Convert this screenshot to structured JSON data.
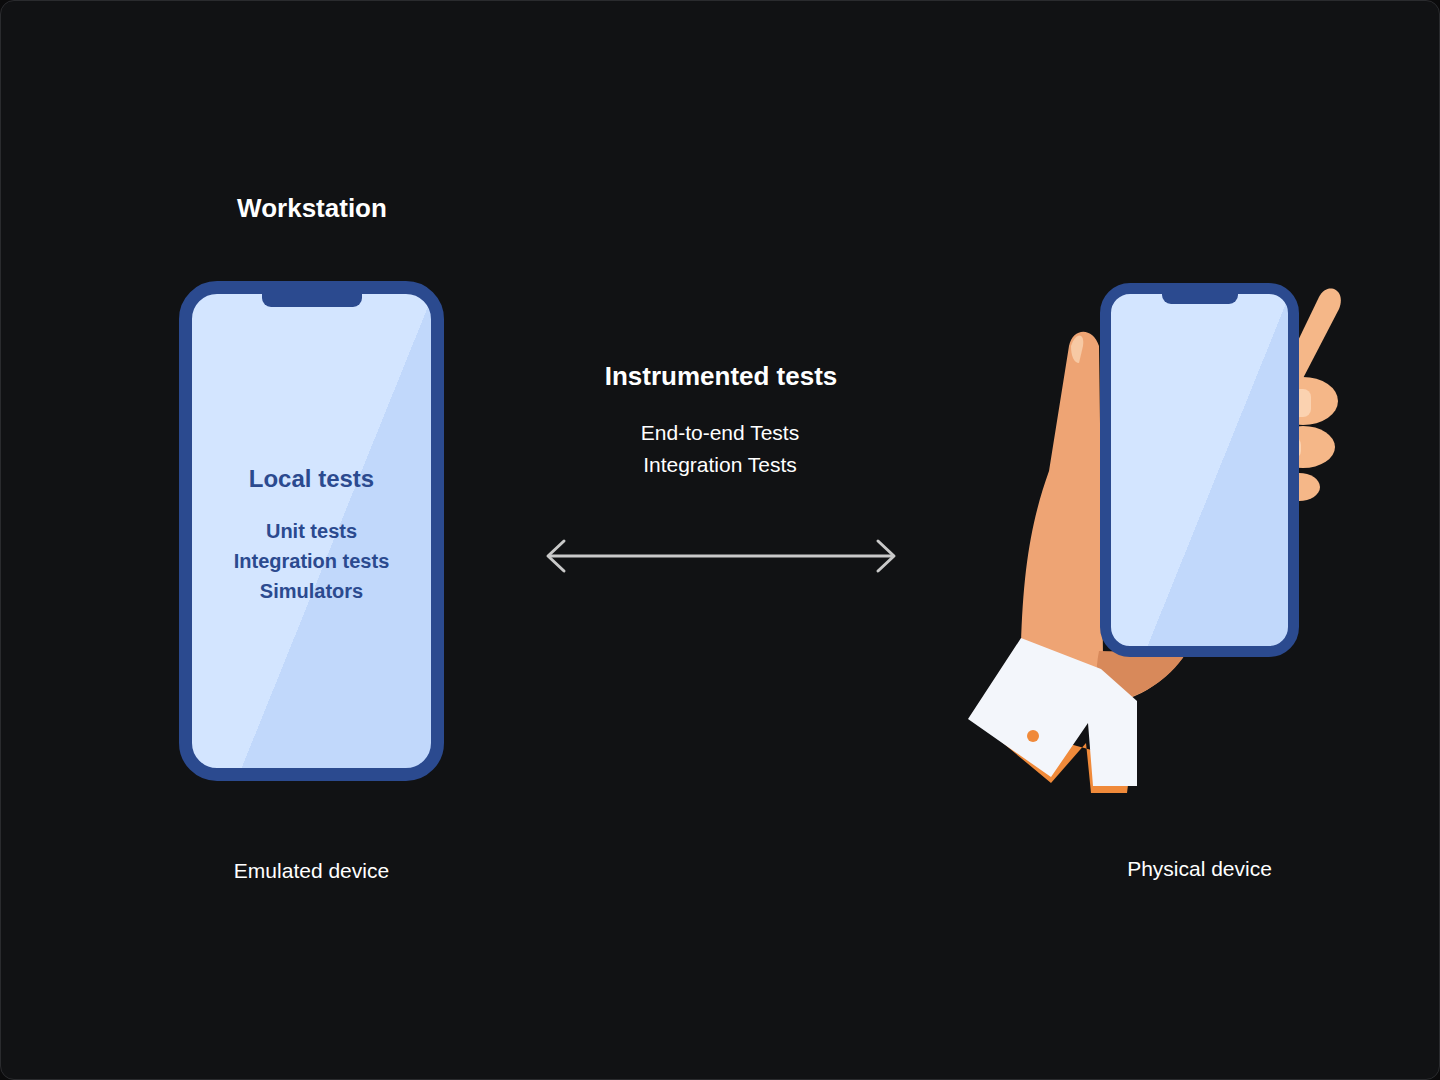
{
  "diagram": {
    "nodes": [
      {
        "text": [
          "Local tests",
          "Unit tests",
          "Integration tests",
          "Simulators",
          "Emulated device"
        ]
      },
      {
        "text": [
          "Physical device"
        ]
      }
    ],
    "edges": [
      {
        "from": 0,
        "to": 1,
        "arrow": "both",
        "label": "Instrumented tests"
      }
    ],
    "labels": [
      "Workstation",
      "End-to-end Tests",
      "Integration Tests"
    ]
  }
}
